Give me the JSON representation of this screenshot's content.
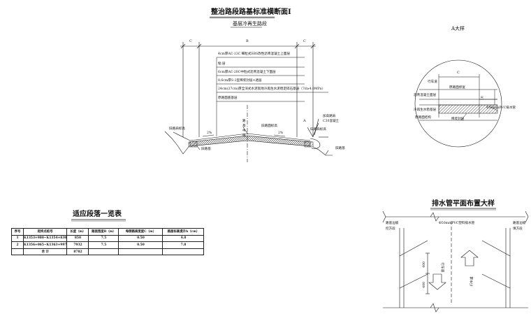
{
  "section": {
    "title": "整治路段路基标准横断面Ⅰ",
    "subtitle": "基层冷再生路段",
    "dim_c": "C",
    "dim_b": "B",
    "layers": [
      "4cm厚AC-13C 细粒式SBS改性沥青混凝土上面层",
      "粘 层",
      "6cm厚AC-20C中粒式沥青混凝土下面层",
      "0.6cm厚S-2型稀浆封层+透层",
      "24cm(27cm)厚全深式水泥就地冷再生水泥稳定碎石基层（7d≥4.0MPa）",
      "原路面底基层"
    ],
    "labels": {
      "old_top_left": "旧路肩标高",
      "old_road_top": "旧路面标高",
      "slope_left": "2%",
      "slope_right": "2%",
      "centerline": "路基中线",
      "old_top_right": "旧路肩标高",
      "old_bottom_left": "旧路基",
      "old_bottom_right": "旧路基",
      "widen": "加高路肩",
      "c30": "C30混凝土",
      "mark_a": "A"
    }
  },
  "detail_a": {
    "title": "A大样",
    "dim_c": "C",
    "dim_10": "10",
    "labels": {
      "lane": "行车道",
      "repair": "原路面修复",
      "upper": "沥青混凝土面层",
      "pipe": "Φ50mmPVC排水管",
      "base": "冷再生水稳基层",
      "seal": "稀浆封层",
      "orig": "原路面结构"
    }
  },
  "table": {
    "title": "适应段落一览表",
    "headers": [
      "序号",
      "起终点桩号",
      "长度（m）",
      "路面宽度B（m）",
      "每侧路肩宽度C（m）",
      "路面标高提升h（cm）"
    ],
    "rows": [
      [
        "1",
        "K1353+980~K1354+830",
        "850",
        "7.5",
        "0.50",
        "4.8"
      ],
      [
        "2",
        "K1356+065~K1363+997",
        "7932",
        "7.5",
        "0.50",
        "7.8"
      ],
      [
        "",
        "合 计",
        "8782",
        "",
        "",
        ""
      ]
    ]
  },
  "drain": {
    "title": "排水管平面布置大样",
    "left_label_1": "路基边坡",
    "left_label_2": "挖方段",
    "right_label_1": "路基边坡",
    "right_label_2": "填方段",
    "pipe_label": "Φ50mmPVC塑料排水管",
    "lane_left": "行车道",
    "lane_right": "行车道",
    "dim_top": "400",
    "dim_bottom": "400"
  }
}
